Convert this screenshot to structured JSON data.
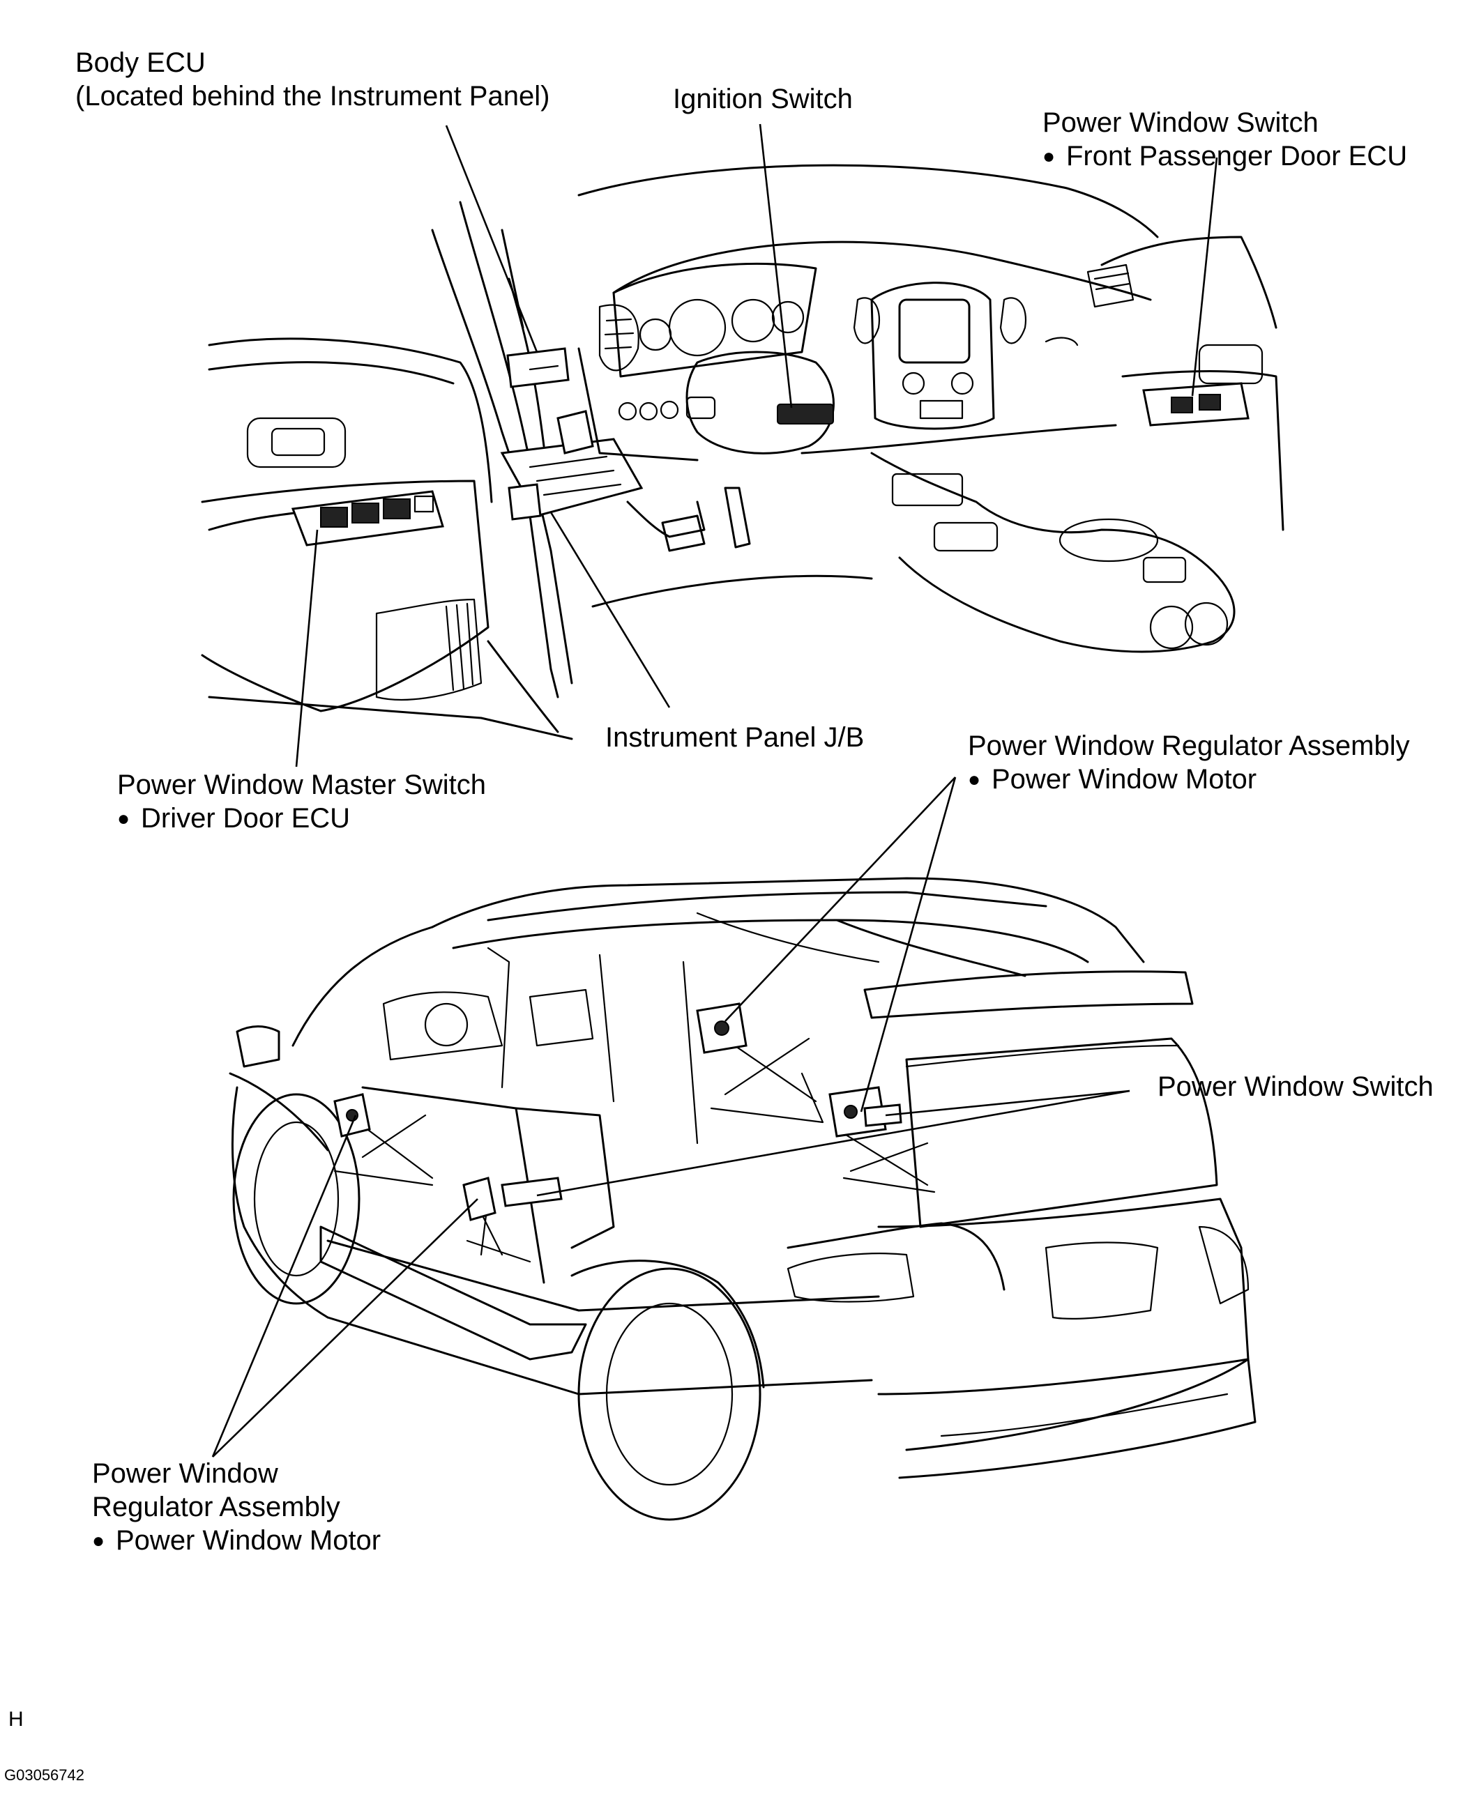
{
  "labels": {
    "body_ecu": {
      "line1": "Body ECU",
      "line2": "(Located behind the Instrument Panel)"
    },
    "ignition_switch": "Ignition Switch",
    "pw_switch_front_passenger": {
      "line1": "Power Window Switch",
      "line2": "Front Passenger Door ECU"
    },
    "instrument_panel_jb": "Instrument Panel J/B",
    "pw_regulator_rear": {
      "line1": "Power Window Regulator Assembly",
      "line2": "Power Window Motor"
    },
    "pw_master_switch": {
      "line1": "Power Window Master Switch",
      "line2": "Driver Door ECU"
    },
    "pw_switch_rear": "Power Window Switch",
    "pw_regulator_front": {
      "line1": "Power Window",
      "line2": "Regulator Assembly",
      "line3": "Power Window Motor"
    }
  },
  "footer": {
    "letter": "H",
    "figure_id": "G03056742"
  },
  "colors": {
    "line": "#000000",
    "background": "#ffffff"
  },
  "icons": [
    "bullet-dot-icon"
  ]
}
